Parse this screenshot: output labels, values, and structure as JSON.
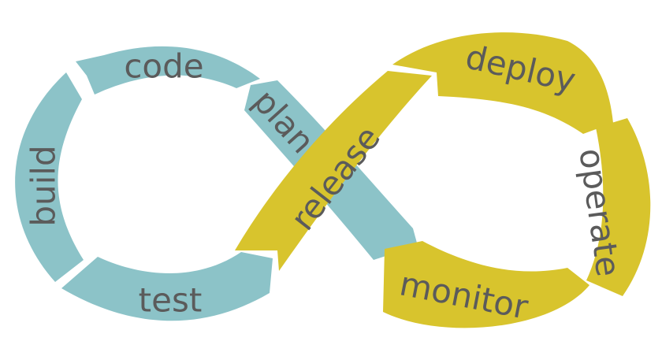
{
  "colors": {
    "blue": "#8cc3c8",
    "yellow": "#d8c42d",
    "label": "#5b5b5b"
  },
  "stages": {
    "code": "code",
    "build": "build",
    "test": "test",
    "plan": "plan",
    "release": "release",
    "deploy": "deploy",
    "operate": "operate",
    "monitor": "monitor"
  }
}
